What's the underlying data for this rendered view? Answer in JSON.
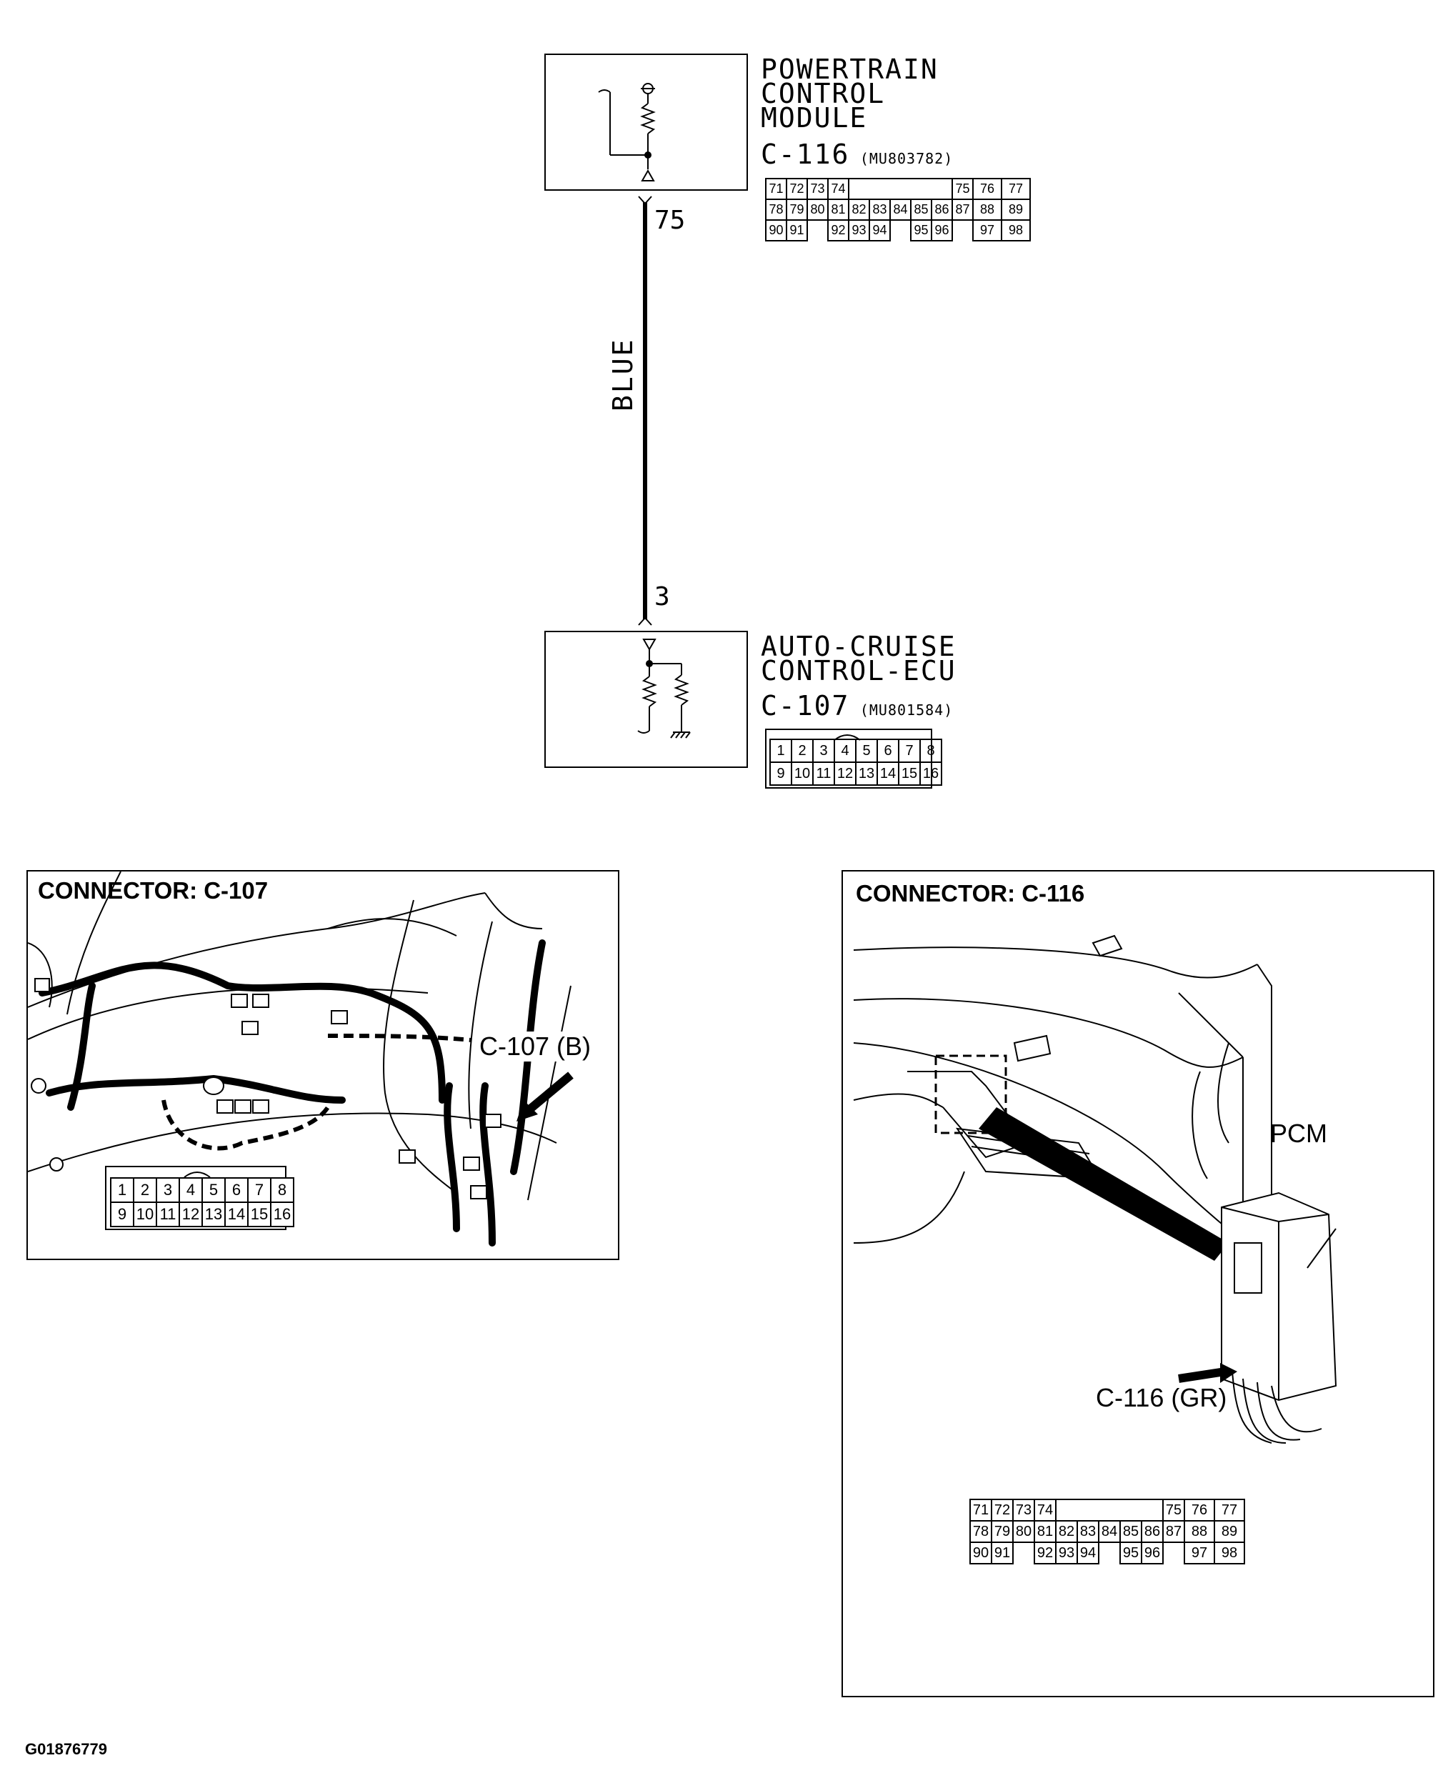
{
  "schematic": {
    "pcm": {
      "title_lines": [
        "POWERTRAIN",
        "CONTROL",
        "MODULE"
      ],
      "connector_id": "C-116",
      "part_number": "(MU803782)",
      "pin_number": "75",
      "pin_rows": [
        [
          "71",
          "72",
          "73",
          "74",
          "",
          "",
          "",
          "",
          "",
          "75",
          "76",
          "77"
        ],
        [
          "78",
          "79",
          "80",
          "81",
          "82",
          "83",
          "84",
          "85",
          "86",
          "87",
          "88",
          "89"
        ],
        [
          "90",
          "91",
          "",
          "92",
          "93",
          "94",
          "",
          "95",
          "96",
          "",
          "97",
          "98"
        ]
      ]
    },
    "wire": {
      "color_label": "BLUE"
    },
    "ecu": {
      "title_lines": [
        "AUTO-CRUISE",
        "CONTROL-ECU"
      ],
      "connector_id": "C-107",
      "part_number": "(MU801584)",
      "pin_number": "3",
      "pin_rows": [
        [
          "1",
          "2",
          "3",
          "4",
          "5",
          "6",
          "7",
          "8"
        ],
        [
          "9",
          "10",
          "11",
          "12",
          "13",
          "14",
          "15",
          "16"
        ]
      ]
    }
  },
  "panel_c107": {
    "title": "CONNECTOR: C-107",
    "callout": "C-107 (B)",
    "pin_rows": [
      [
        "1",
        "2",
        "3",
        "4",
        "5",
        "6",
        "7",
        "8"
      ],
      [
        "9",
        "10",
        "11",
        "12",
        "13",
        "14",
        "15",
        "16"
      ]
    ]
  },
  "panel_c116": {
    "title": "CONNECTOR: C-116",
    "module_label": "PCM",
    "callout": "C-116 (GR)",
    "pin_rows": [
      [
        "71",
        "72",
        "73",
        "74",
        "",
        "",
        "",
        "",
        "",
        "75",
        "76",
        "77"
      ],
      [
        "78",
        "79",
        "80",
        "81",
        "82",
        "83",
        "84",
        "85",
        "86",
        "87",
        "88",
        "89"
      ],
      [
        "90",
        "91",
        "",
        "92",
        "93",
        "94",
        "",
        "95",
        "96",
        "",
        "97",
        "98"
      ]
    ]
  },
  "figure_id": "G01876779"
}
